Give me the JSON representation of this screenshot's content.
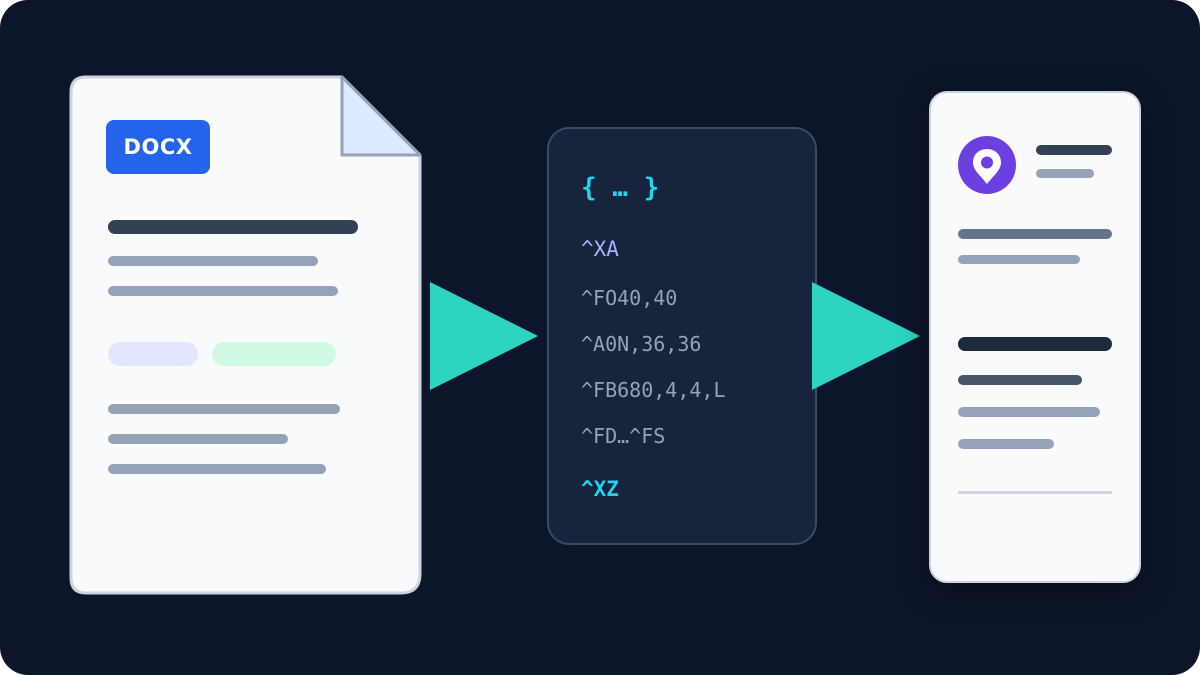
{
  "source_doc": {
    "badge": "DOCX",
    "badge_color": "#2563eb",
    "paper_color": "#f8fafc",
    "fold_color": "#dbeafe"
  },
  "code": {
    "braces": "{ … }",
    "commands": [
      "^XA",
      "^FO40,40",
      "^A0N,36,36",
      "^FB680,4,4,L",
      "^FD…^FS",
      "^XZ"
    ],
    "accent_color": "#22d3ee"
  },
  "arrows": {
    "color": "#2dd4bf"
  },
  "label": {
    "logo_color": "#6d3fe0",
    "logo_icon": "location-pin-icon"
  }
}
